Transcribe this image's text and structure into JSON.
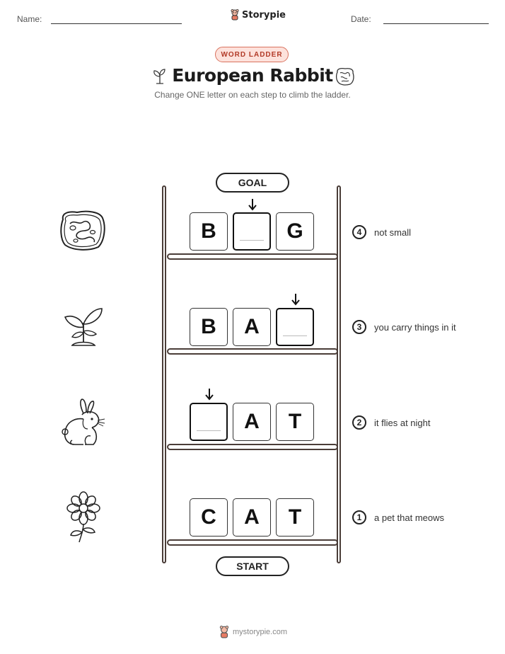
{
  "header": {
    "name_label": "Name:",
    "date_label": "Date:",
    "brand": "Storypie"
  },
  "badge": "WORD LADDER",
  "title": "European Rabbit",
  "subtitle": "Change ONE letter on each step to climb the ladder.",
  "goal_label": "GOAL",
  "start_label": "START",
  "steps": [
    {
      "number": "4",
      "clue": "not small",
      "letters": [
        "B",
        "",
        "G"
      ],
      "blank_index": 1,
      "picture": "burrow-icon"
    },
    {
      "number": "3",
      "clue": "you carry things in it",
      "letters": [
        "B",
        "A",
        ""
      ],
      "blank_index": 2,
      "picture": "sprout-icon"
    },
    {
      "number": "2",
      "clue": "it flies at night",
      "letters": [
        "",
        "A",
        "T"
      ],
      "blank_index": 0,
      "picture": "rabbit-icon"
    },
    {
      "number": "1",
      "clue": "a pet that meows",
      "letters": [
        "C",
        "A",
        "T"
      ],
      "blank_index": null,
      "picture": "flower-icon"
    }
  ],
  "footer": "mystorypie.com"
}
